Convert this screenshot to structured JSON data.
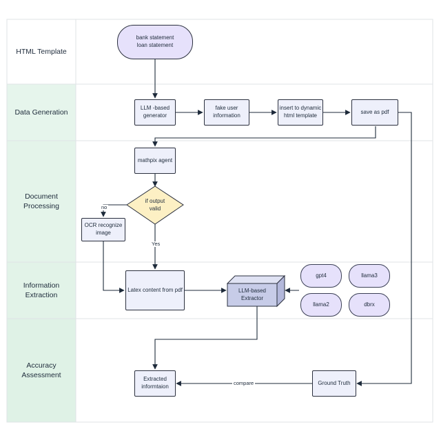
{
  "lanes": [
    {
      "label": "HTML Template"
    },
    {
      "label": "Data Generation"
    },
    {
      "label": "Document\nProcessing"
    },
    {
      "label": "Information\nExtraction"
    },
    {
      "label": "Accuracy Assessment"
    }
  ],
  "nodes": {
    "statements": "bank statement\nloan statement",
    "llm_generator": "LLM -based\ngenerator",
    "fake_user_info": "fake user\ninformation",
    "insert_template": "insert to dynamic\nhtml template",
    "save_pdf": "save as pdf",
    "mathpix_agent": "mathpix agent",
    "output_valid": "if output\nvalid",
    "ocr_image": "OCR recognize\nimage",
    "latex_content": "Latex content from pdf",
    "llm_extractor": "LLM-based\nExtractor",
    "gpt4": "gpt4",
    "llama3": "llama3",
    "llama2": "llama2",
    "dbrx": "dbrx",
    "extracted_info": "Extracted\ninformtaion",
    "ground_truth": "Ground Truth"
  },
  "edge_labels": {
    "no": "no",
    "yes": "Yes",
    "compare": "compare"
  },
  "colors": {
    "lane_header": "#e6f5ec",
    "stroke": "#2a2f3d",
    "node_fill": "#eef0fb",
    "pill_fill": "#e6e1fb",
    "decision_fill": "#fdf0c4",
    "extractor_front": "#c7cce8",
    "extractor_top": "#dfe2f3",
    "extractor_side": "#b3b8db"
  }
}
